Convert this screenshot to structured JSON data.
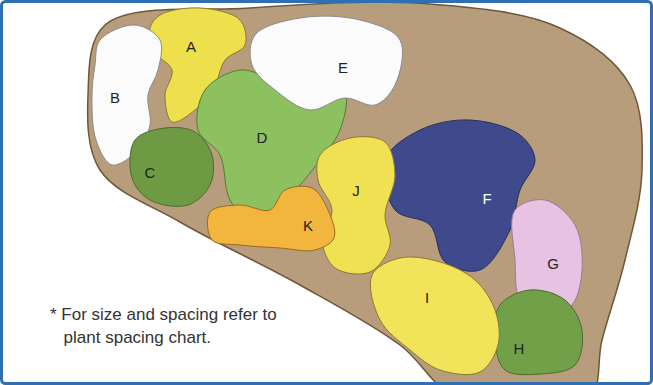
{
  "diagram": {
    "nodes": [
      {
        "text": [
          "A"
        ]
      },
      {
        "text": [
          "B"
        ]
      },
      {
        "text": [
          "C"
        ]
      },
      {
        "text": [
          "D"
        ]
      },
      {
        "text": [
          "E"
        ]
      },
      {
        "text": [
          "F"
        ]
      },
      {
        "text": [
          "G"
        ]
      },
      {
        "text": [
          "H"
        ]
      },
      {
        "text": [
          "I"
        ]
      },
      {
        "text": [
          "J"
        ]
      },
      {
        "text": [
          "K"
        ]
      }
    ],
    "labels": [
      "* For size and spacing refer to plant spacing chart."
    ]
  }
}
